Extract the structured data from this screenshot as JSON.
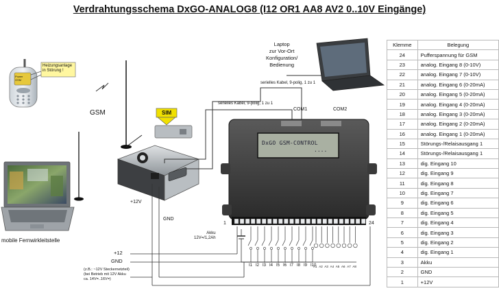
{
  "title": "Verdrahtungsschema DxGO-ANALOG8  (I12 OR1 AA8 AV2 0..10V Eingänge)",
  "labels": {
    "phone_message": "Heizungsanlage\nin Störung !",
    "phone_screen": "Power\nGSM",
    "gsm": "GSM",
    "sim": "SIM",
    "laptop_mobile": "mobile Fernwirkleitstelle",
    "laptop_local": "Laptop\nzur Vor-Ort\nKonfiguration/\nBedienung",
    "serial_cable_1": "serielles Kabel, 9-polig, 1 zu 1",
    "serial_cable_2": "serielles Kabel, 9-polig, 1 zu 1",
    "com1": "COM1",
    "com2": "COM2",
    "lcd": "DxGO GSM-CONTROL",
    "lcd_dots": "....",
    "plus12v_modem": "+12V",
    "gnd_modem": "GND",
    "akku": "Akku\n12V=/1,2Ah",
    "plus12": "+12",
    "gnd": "GND",
    "note": "(z.B.: ~12V Steckernetzteil)\n(bei Betrieb mit 12V Akku\nca. 14V=..16V=)",
    "term_1": "1",
    "term_24": "24",
    "inputs_digital": [
      "I1",
      "I2",
      "I3",
      "I4",
      "I5",
      "I6",
      "I7",
      "I8",
      "I9",
      "I10"
    ],
    "inputs_analog": [
      "A1",
      "A2",
      "A3",
      "A4",
      "A5",
      "A6",
      "A7",
      "A8"
    ]
  },
  "table": {
    "header": [
      "Klemme",
      "Belegung"
    ],
    "rows": [
      [
        "24",
        "Pufferspannung für GSM"
      ],
      [
        "23",
        "analog. Eingang 8 (0-10V)"
      ],
      [
        "22",
        "analog. Eingang 7 (0-10V)"
      ],
      [
        "21",
        "analog. Eingang 6 (0-20mA)"
      ],
      [
        "20",
        "analog. Eingang 5 (0-20mA)"
      ],
      [
        "19",
        "analog. Eingang 4 (0-20mA)"
      ],
      [
        "18",
        "analog. Eingang 3 (0-20mA)"
      ],
      [
        "17",
        "analog. Eingang 2 (0-20mA)"
      ],
      [
        "16",
        "analog. Eingang 1 (0-20mA)"
      ],
      [
        "15",
        "Störungs-/Relaisausgang 1"
      ],
      [
        "14",
        "Störungs-/Relaisausgang 1"
      ],
      [
        "13",
        "dig. Eingang 10"
      ],
      [
        "12",
        "dig. Eingang 9"
      ],
      [
        "11",
        "dig. Eingang 8"
      ],
      [
        "10",
        "dig. Eingang 7"
      ],
      [
        "9",
        "dig. Eingang 6"
      ],
      [
        "8",
        "dig. Eingang 5"
      ],
      [
        "7",
        "dig. Eingang 4"
      ],
      [
        "6",
        "dig. Eingang 3"
      ],
      [
        "5",
        "dig. Eingang 2"
      ],
      [
        "4",
        "dig. Eingang 1"
      ],
      [
        "3",
        "Akku"
      ],
      [
        "2",
        "GND"
      ],
      [
        "1",
        "+12V"
      ]
    ]
  }
}
